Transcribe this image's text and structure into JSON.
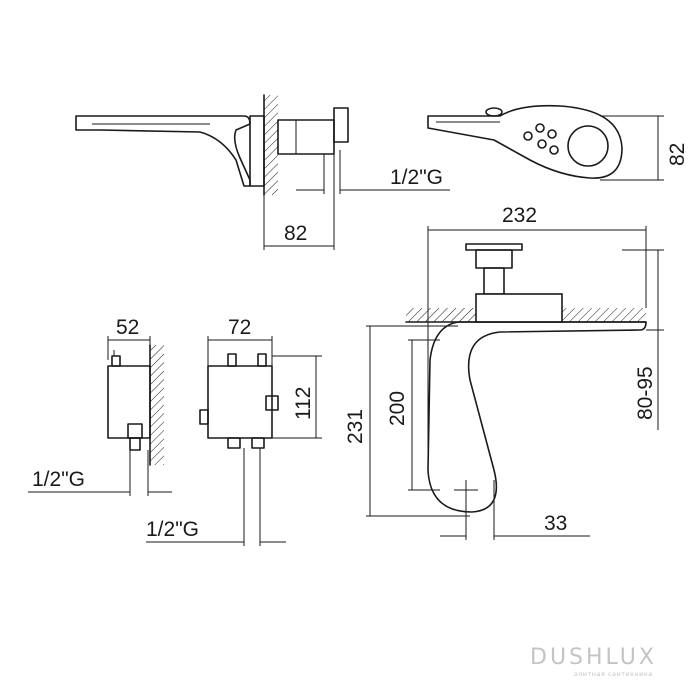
{
  "dimensions": {
    "side_depth": "82",
    "side_thread": "1/2\"G",
    "front_height": "82",
    "box_small_width": "52",
    "box_small_thread": "1/2\"G",
    "box_large_width": "72",
    "box_large_height": "112",
    "box_large_thread": "1/2\"G",
    "top_length": "232",
    "top_depth_total": "231",
    "top_depth_inner": "200",
    "wall_adjust": "80-95",
    "spout_offset": "33"
  },
  "watermark": {
    "brand": "DUSHLUX",
    "tagline": "элитная сантехника"
  }
}
